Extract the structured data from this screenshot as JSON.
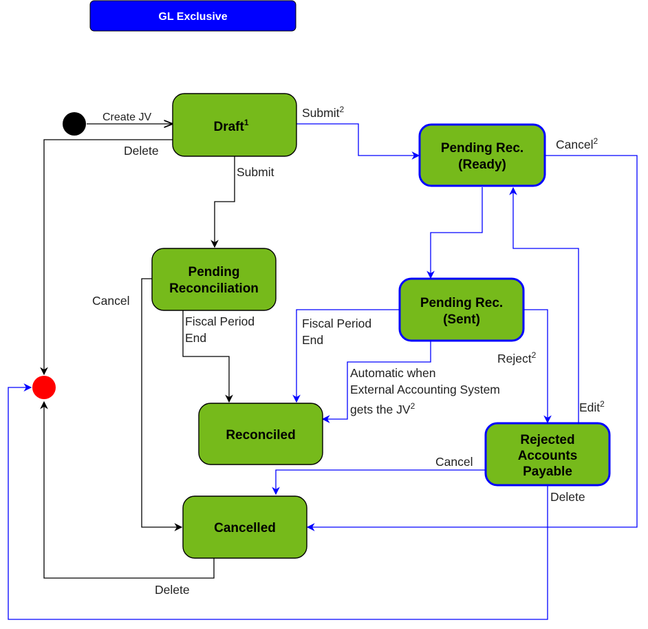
{
  "banner": {
    "label": "GL Exclusive"
  },
  "states": {
    "draft": {
      "label": "Draft",
      "sup": "1"
    },
    "pending_reconciliation": {
      "line1": "Pending",
      "line2": "Reconciliation"
    },
    "pending_ready": {
      "line1": "Pending Rec.",
      "line2": "(Ready)"
    },
    "pending_sent": {
      "line1": "Pending Rec.",
      "line2": "(Sent)"
    },
    "reconciled": {
      "label": "Reconciled"
    },
    "rejected_ap": {
      "line1": "Rejected",
      "line2": "Accounts",
      "line3": "Payable"
    },
    "cancelled": {
      "label": "Cancelled"
    }
  },
  "transitions": {
    "create_jv": "Create JV",
    "draft_delete": "Delete",
    "draft_submit": "Submit",
    "draft_submit_gl": {
      "label": "Submit",
      "sup": "2"
    },
    "ready_cancel": {
      "label": "Cancel",
      "sup": "2"
    },
    "pr_cancel": "Cancel",
    "pr_fiscal": {
      "line1": "Fiscal Period",
      "line2": "End"
    },
    "sent_fiscal": {
      "line1": "Fiscal Period",
      "line2": "End"
    },
    "sent_auto": {
      "line1": "Automatic when",
      "line2": "External Accounting System",
      "line3": "gets the JV",
      "sup": "2"
    },
    "sent_reject": {
      "label": "Reject",
      "sup": "2"
    },
    "rejected_edit": {
      "label": "Edit",
      "sup": "2"
    },
    "rejected_cancel": "Cancel",
    "rejected_delete": "Delete",
    "cancelled_delete": "Delete"
  },
  "colors": {
    "state_fill": "#76BA1B",
    "state_border_black": "#000000",
    "state_border_blue": "#0000FF",
    "gl_edge": "#0000FF",
    "edge": "#000000",
    "banner_fill": "#0000FF",
    "final_dot": "#FF0000",
    "initial_dot": "#000000"
  }
}
